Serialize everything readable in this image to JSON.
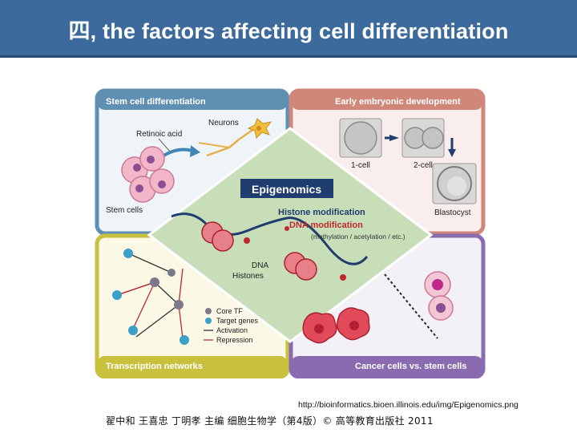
{
  "slide": {
    "title": "四, the factors affecting cell differentiation"
  },
  "figure": {
    "panels": {
      "stem_cell": {
        "heading": "Stem cell differentiation",
        "neurons_label": "Neurons",
        "retinoic_label": "Retinoic acid",
        "stem_cells_label": "Stem cells"
      },
      "embryonic": {
        "heading": "Early embryonic development",
        "one_cell_label": "1-cell",
        "two_cell_label": "2-cell",
        "blastocyst_label": "Blastocyst"
      },
      "transcription": {
        "heading": "Transcription networks",
        "legend": [
          {
            "label": "Core TF",
            "color": "#7a7a8c"
          },
          {
            "label": "Target genes",
            "color": "#3aa0c8"
          },
          {
            "label": "Activation",
            "color": "#333333"
          },
          {
            "label": "Repression",
            "color": "#c0282d"
          }
        ]
      },
      "cancer": {
        "heading": "Cancer cells vs. stem cells"
      }
    },
    "center": {
      "epigenomics_label": "Epigenomics",
      "histone_mod_label": "Histone modification",
      "dna_mod_label": "DNA modification",
      "dna_mod_sub": "(methylation / acetylation / etc.)",
      "dna_label": "DNA",
      "histones_label": "Histones"
    },
    "colors": {
      "stem": "#5f8fb3",
      "embryonic": "#d0877a",
      "transcription": "#c9c03e",
      "cancer": "#8a6bb0",
      "center": "#c8deb8",
      "epigenomics_box": "#1f3d6e",
      "dna_mod_text": "#c0282d",
      "histone_mod_text": "#1f3d6e"
    }
  },
  "source_url": "http://bioinformatics.bioen.illinois.edu/img/Epigenomics.png",
  "citation": "翟中和 王喜忠 丁明孝 主编 细胞生物学（第4版）© 高等教育出版社 2011"
}
